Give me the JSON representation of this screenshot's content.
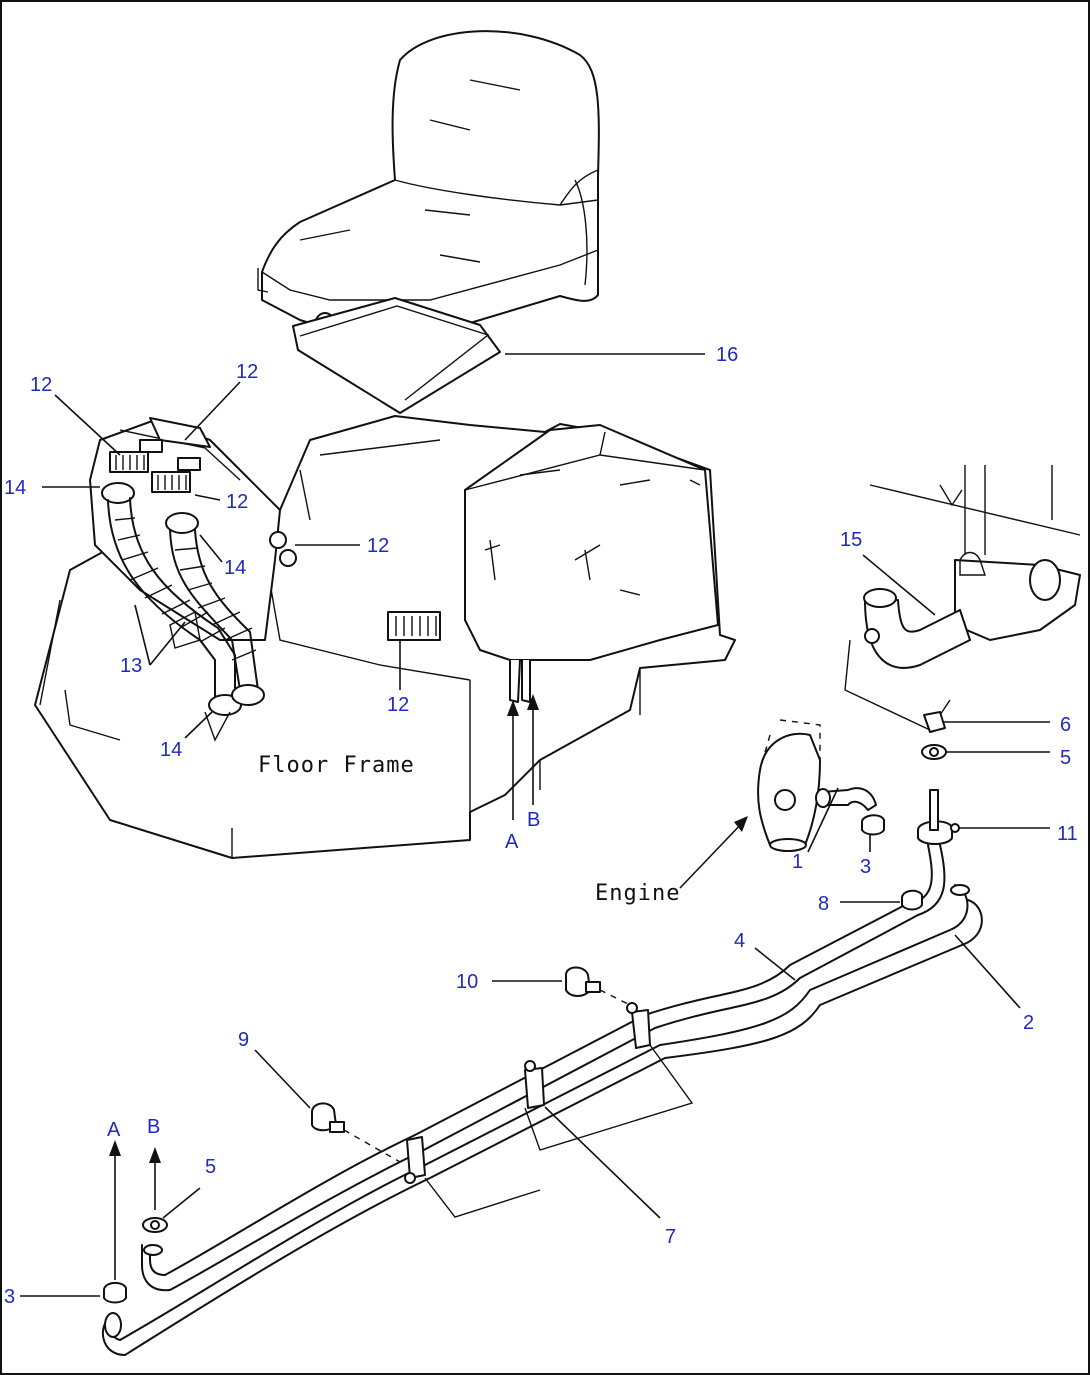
{
  "labels": {
    "p16": "16",
    "p12a": "12",
    "p12b": "12",
    "p12c": "12",
    "p12d": "12",
    "p12e": "12",
    "p14a": "14",
    "p14b": "14",
    "p14c": "14",
    "p13": "13",
    "p15": "15",
    "p6": "6",
    "p5a": "5",
    "p11": "11",
    "p1": "1",
    "p3a": "3",
    "p8": "8",
    "p4": "4",
    "p2": "2",
    "p10": "10",
    "p9": "9",
    "p7": "7",
    "p5b": "5",
    "p3b": "3",
    "arrowA1": "A",
    "arrowB1": "B",
    "arrowA2": "A",
    "arrowB2": "B"
  },
  "captions": {
    "floor_frame": "Floor Frame",
    "engine": "Engine"
  },
  "colors": {
    "label": "#1f2bbf",
    "line": "#111111"
  }
}
